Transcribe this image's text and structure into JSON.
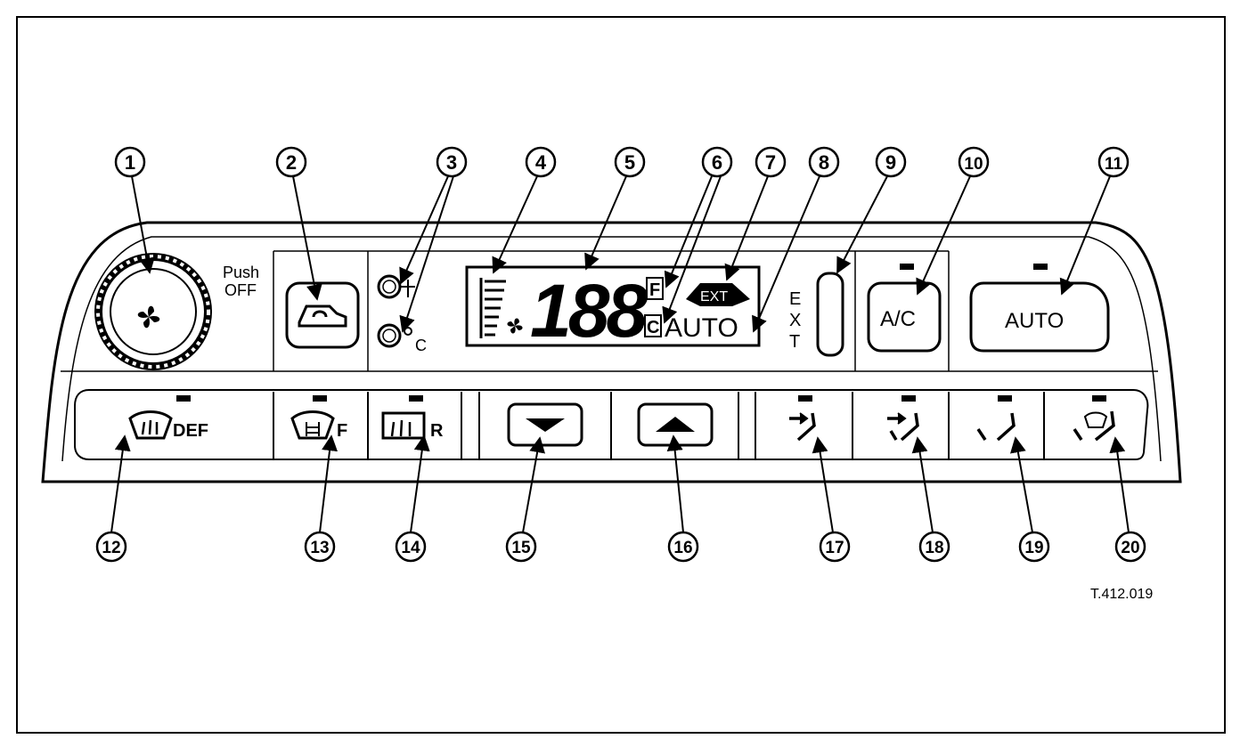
{
  "panel": {
    "push_label": "Push",
    "off_label": "OFF",
    "display_digits": "188",
    "unit_f": "F",
    "unit_c": "C",
    "ext_badge": "EXT",
    "display_auto": "AUTO",
    "ext_vertical": [
      "E",
      "X",
      "T"
    ],
    "ac_label": "A/C",
    "auto_label": "AUTO",
    "def_label": "DEF",
    "front_label": "F",
    "rear_label": "R",
    "sensor_unit": "C"
  },
  "callouts": {
    "top": [
      "1",
      "2",
      "3",
      "4",
      "5",
      "6",
      "7",
      "8",
      "9",
      "10",
      "11"
    ],
    "bottom": [
      "12",
      "13",
      "14",
      "15",
      "16",
      "17",
      "18",
      "19",
      "20"
    ]
  },
  "figure_ref": "T.412.019",
  "colors": {
    "ink": "#000000",
    "paper": "#ffffff"
  },
  "icons": [
    "fan-icon",
    "recirculation-car-icon",
    "windscreen-defrost-icon",
    "front-screen-heat-icon",
    "rear-screen-heat-icon",
    "down-triangle-icon",
    "up-triangle-icon",
    "face-vent-icon",
    "face-foot-vent-icon",
    "foot-vent-icon",
    "foot-screen-vent-icon"
  ]
}
